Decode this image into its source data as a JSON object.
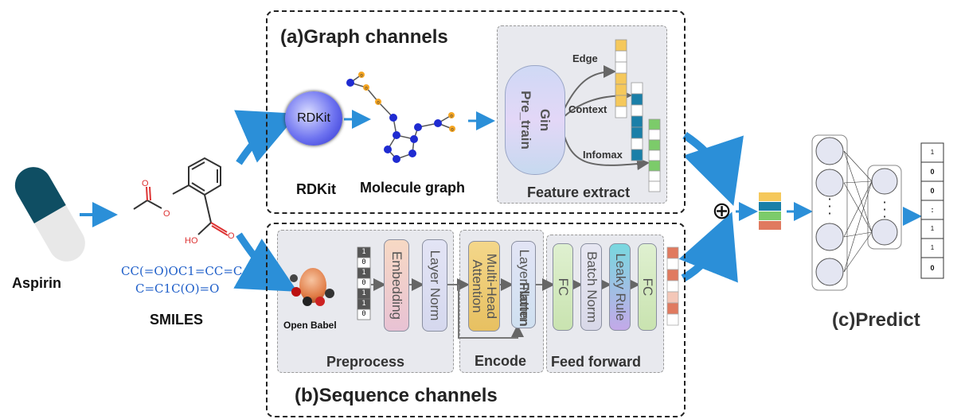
{
  "input": {
    "drug": "Aspirin",
    "smiles_label": "SMILES",
    "smiles_line1": "CC(=O)OC1=CC=C",
    "smiles_line2": "C=C1C(O)=O",
    "mol_labels": {
      "oxygen": "O",
      "acid": "HO",
      "acid_o": "O"
    }
  },
  "graph": {
    "title": "(a)Graph channels",
    "rdkit_badge": "RDKit",
    "rdkit_label": "RDKit",
    "molecule_label": "Molecule graph",
    "feature_panel": "Feature extract",
    "gin_line1": "Gin",
    "gin_line2": "Pre_train",
    "branches": {
      "edge": "Edge",
      "context": "Context",
      "infomax": "Infomax"
    },
    "node_label": "o"
  },
  "sequence": {
    "title": "(b)Sequence channels",
    "open_babel": "Open Babel",
    "vector": [
      "1",
      "0",
      "1",
      "0",
      "1",
      "1",
      "0"
    ],
    "blocks": {
      "embedding": "Embedding",
      "layer_norm": "Layer Norm",
      "attention_l1": "Multi-Head",
      "attention_l2": "Attention",
      "flatten": "Flatten",
      "fc": "FC",
      "batch_norm": "Batch Norm",
      "leaky": "Leaky Rule"
    },
    "panels": {
      "preprocess": "Preprocess",
      "encode": "Encode",
      "feed_forward": "Feed forward"
    }
  },
  "predict": {
    "title": "(c)Predict",
    "fuse_symbol": "⊕",
    "dots": "·",
    "output": [
      "1",
      "0",
      "0",
      ":",
      "1",
      "1",
      "0"
    ]
  },
  "colors": {
    "arrow": "#2b8fd8",
    "edge_fill": "#f5c85b",
    "context_fill": "#1a7fa8",
    "infomax_fill": "#7ccb6a",
    "seq_fill": "#e07a5f",
    "embedding": "#f4cdb8",
    "attention": "#f0cd70",
    "fc": "#d6ecc2",
    "leaky": "#79d8df"
  }
}
